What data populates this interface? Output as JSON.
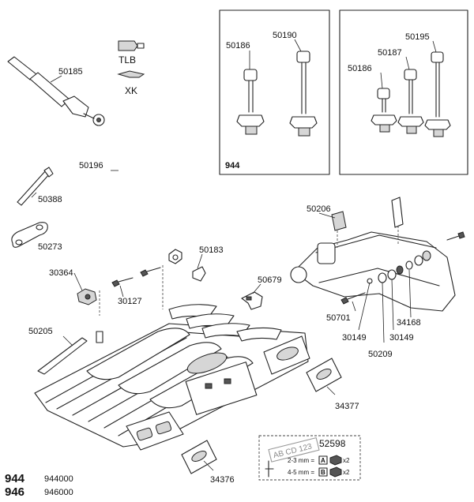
{
  "kits": {
    "left_kit_label": "944",
    "right_kit_label": ""
  },
  "parts": {
    "p50185": "50185",
    "tlb": "TLB",
    "xk": "XK",
    "p50186_a": "50186",
    "p50190": "50190",
    "p50186_b": "50186",
    "p50187": "50187",
    "p50195": "50195",
    "p50196": "50196",
    "p50388": "50388",
    "p50273": "50273",
    "p30364": "30364",
    "p30127": "30127",
    "p50183": "50183",
    "p50679": "50679",
    "p50205": "50205",
    "p50206": "50206",
    "p50701": "50701",
    "p30149_a": "30149",
    "p50209": "50209",
    "p30149_b": "30149",
    "p34168": "34168",
    "p34377": "34377",
    "p34376": "34376"
  },
  "plate_box": {
    "part": "52598",
    "plate_text": "AB CD 123",
    "row1_size": "2-3 mm =",
    "row1_letter": "A",
    "row1_qty": "x2",
    "row2_size": "4-5 mm =",
    "row2_letter": "B",
    "row2_qty": "x2"
  },
  "models": [
    {
      "model": "944",
      "article": "944000"
    },
    {
      "model": "946",
      "article": "946000"
    }
  ]
}
